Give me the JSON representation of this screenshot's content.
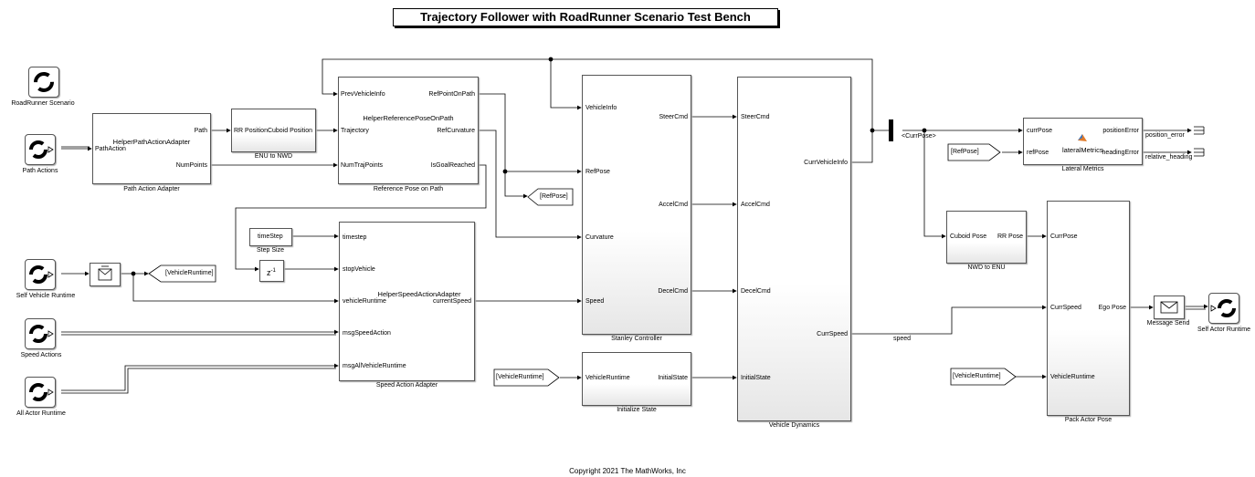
{
  "title": "Trajectory Follower with RoadRunner Scenario Test Bench",
  "copyright": "Copyright 2021 The MathWorks, Inc",
  "blocks": {
    "rr_scenario": {
      "caption": "RoadRunner Scenario"
    },
    "path_actions": {
      "caption": "Path Actions"
    },
    "self_vehicle_runtime": {
      "caption": "Self Vehicle Runtime"
    },
    "speed_actions": {
      "caption": "Speed Actions"
    },
    "all_actor_runtime": {
      "caption": "All Actor Runtime"
    },
    "path_action_adapter": {
      "caption": "Path Action Adapter",
      "center": "HelperPathActionAdapter",
      "in": [
        "PathAction"
      ],
      "out": [
        "Path",
        "NumPoints"
      ]
    },
    "enu_to_nwd": {
      "caption": "ENU to NWD",
      "in": [
        "RR Position"
      ],
      "out": [
        "Cuboid Position"
      ]
    },
    "ref_pose": {
      "caption": "Reference Pose on Path",
      "center": "HelperReferencePoseOnPath",
      "in": [
        "PrevVehicleInfo",
        "Trajectory",
        "NumTrajPoints"
      ],
      "out": [
        "RefPointOnPath",
        "RefCurvature",
        "IsGoalReached"
      ]
    },
    "step_size": {
      "caption": "Step Size",
      "value": "timeStep"
    },
    "unit_delay": {
      "label": "z",
      "exp": "-1"
    },
    "speed_action_adapter": {
      "caption": "Speed Action Adapter",
      "center": "HelperSpeedActionAdapter",
      "in": [
        "timestep",
        "stopVehicle",
        "vehicleRuntime",
        "msgSpeedAction",
        "msgAllVehicleRuntime"
      ],
      "out": [
        "currentSpeed"
      ]
    },
    "stanley": {
      "caption": "Stanley Controller",
      "in": [
        "VehicleInfo",
        "RefPose",
        "Curvature",
        "Speed"
      ],
      "out": [
        "SteerCmd",
        "AccelCmd",
        "DecelCmd"
      ]
    },
    "init_state": {
      "caption": "Initialize State",
      "in": [
        "VehicleRuntime"
      ],
      "out": [
        "InitialState"
      ]
    },
    "vehicle_dynamics": {
      "caption": "Vehicle Dynamics",
      "in": [
        "SteerCmd",
        "AccelCmd",
        "DecelCmd",
        "InitialState"
      ],
      "out": [
        "CurrVehicleInfo",
        "CurrSpeed"
      ]
    },
    "lateral_metrics": {
      "caption": "Lateral Metrics",
      "center": "lateralMetrics",
      "in": [
        "currPose",
        "refPose"
      ],
      "out": [
        "positionError",
        "headingError"
      ]
    },
    "nwd_to_enu": {
      "caption": "NWD to ENU",
      "in": [
        "Cuboid Pose"
      ],
      "out": [
        "RR Pose"
      ]
    },
    "pack_actor_pose": {
      "caption": "Pack Actor Pose",
      "in": [
        "CurrPose",
        "CurrSpeed",
        "VehicleRuntime"
      ],
      "out": [
        "Ego Pose"
      ]
    },
    "message_send": {
      "caption": "Message Send"
    },
    "self_actor_runtime": {
      "caption": "Self Actor Runtime"
    }
  },
  "tags": {
    "goto_vehicle_runtime": "[VehicleRuntime]",
    "goto_refpose": "[RefPose]",
    "from_refpose": "[RefPose]",
    "from_vehicle_runtime_1": "[VehicleRuntime]",
    "from_vehicle_runtime_2": "[VehicleRuntime]"
  },
  "signals": {
    "curr_pose": "<CurrPose>",
    "speed": "speed",
    "position_error": "position_error",
    "relative_heading": "relative_heading"
  }
}
